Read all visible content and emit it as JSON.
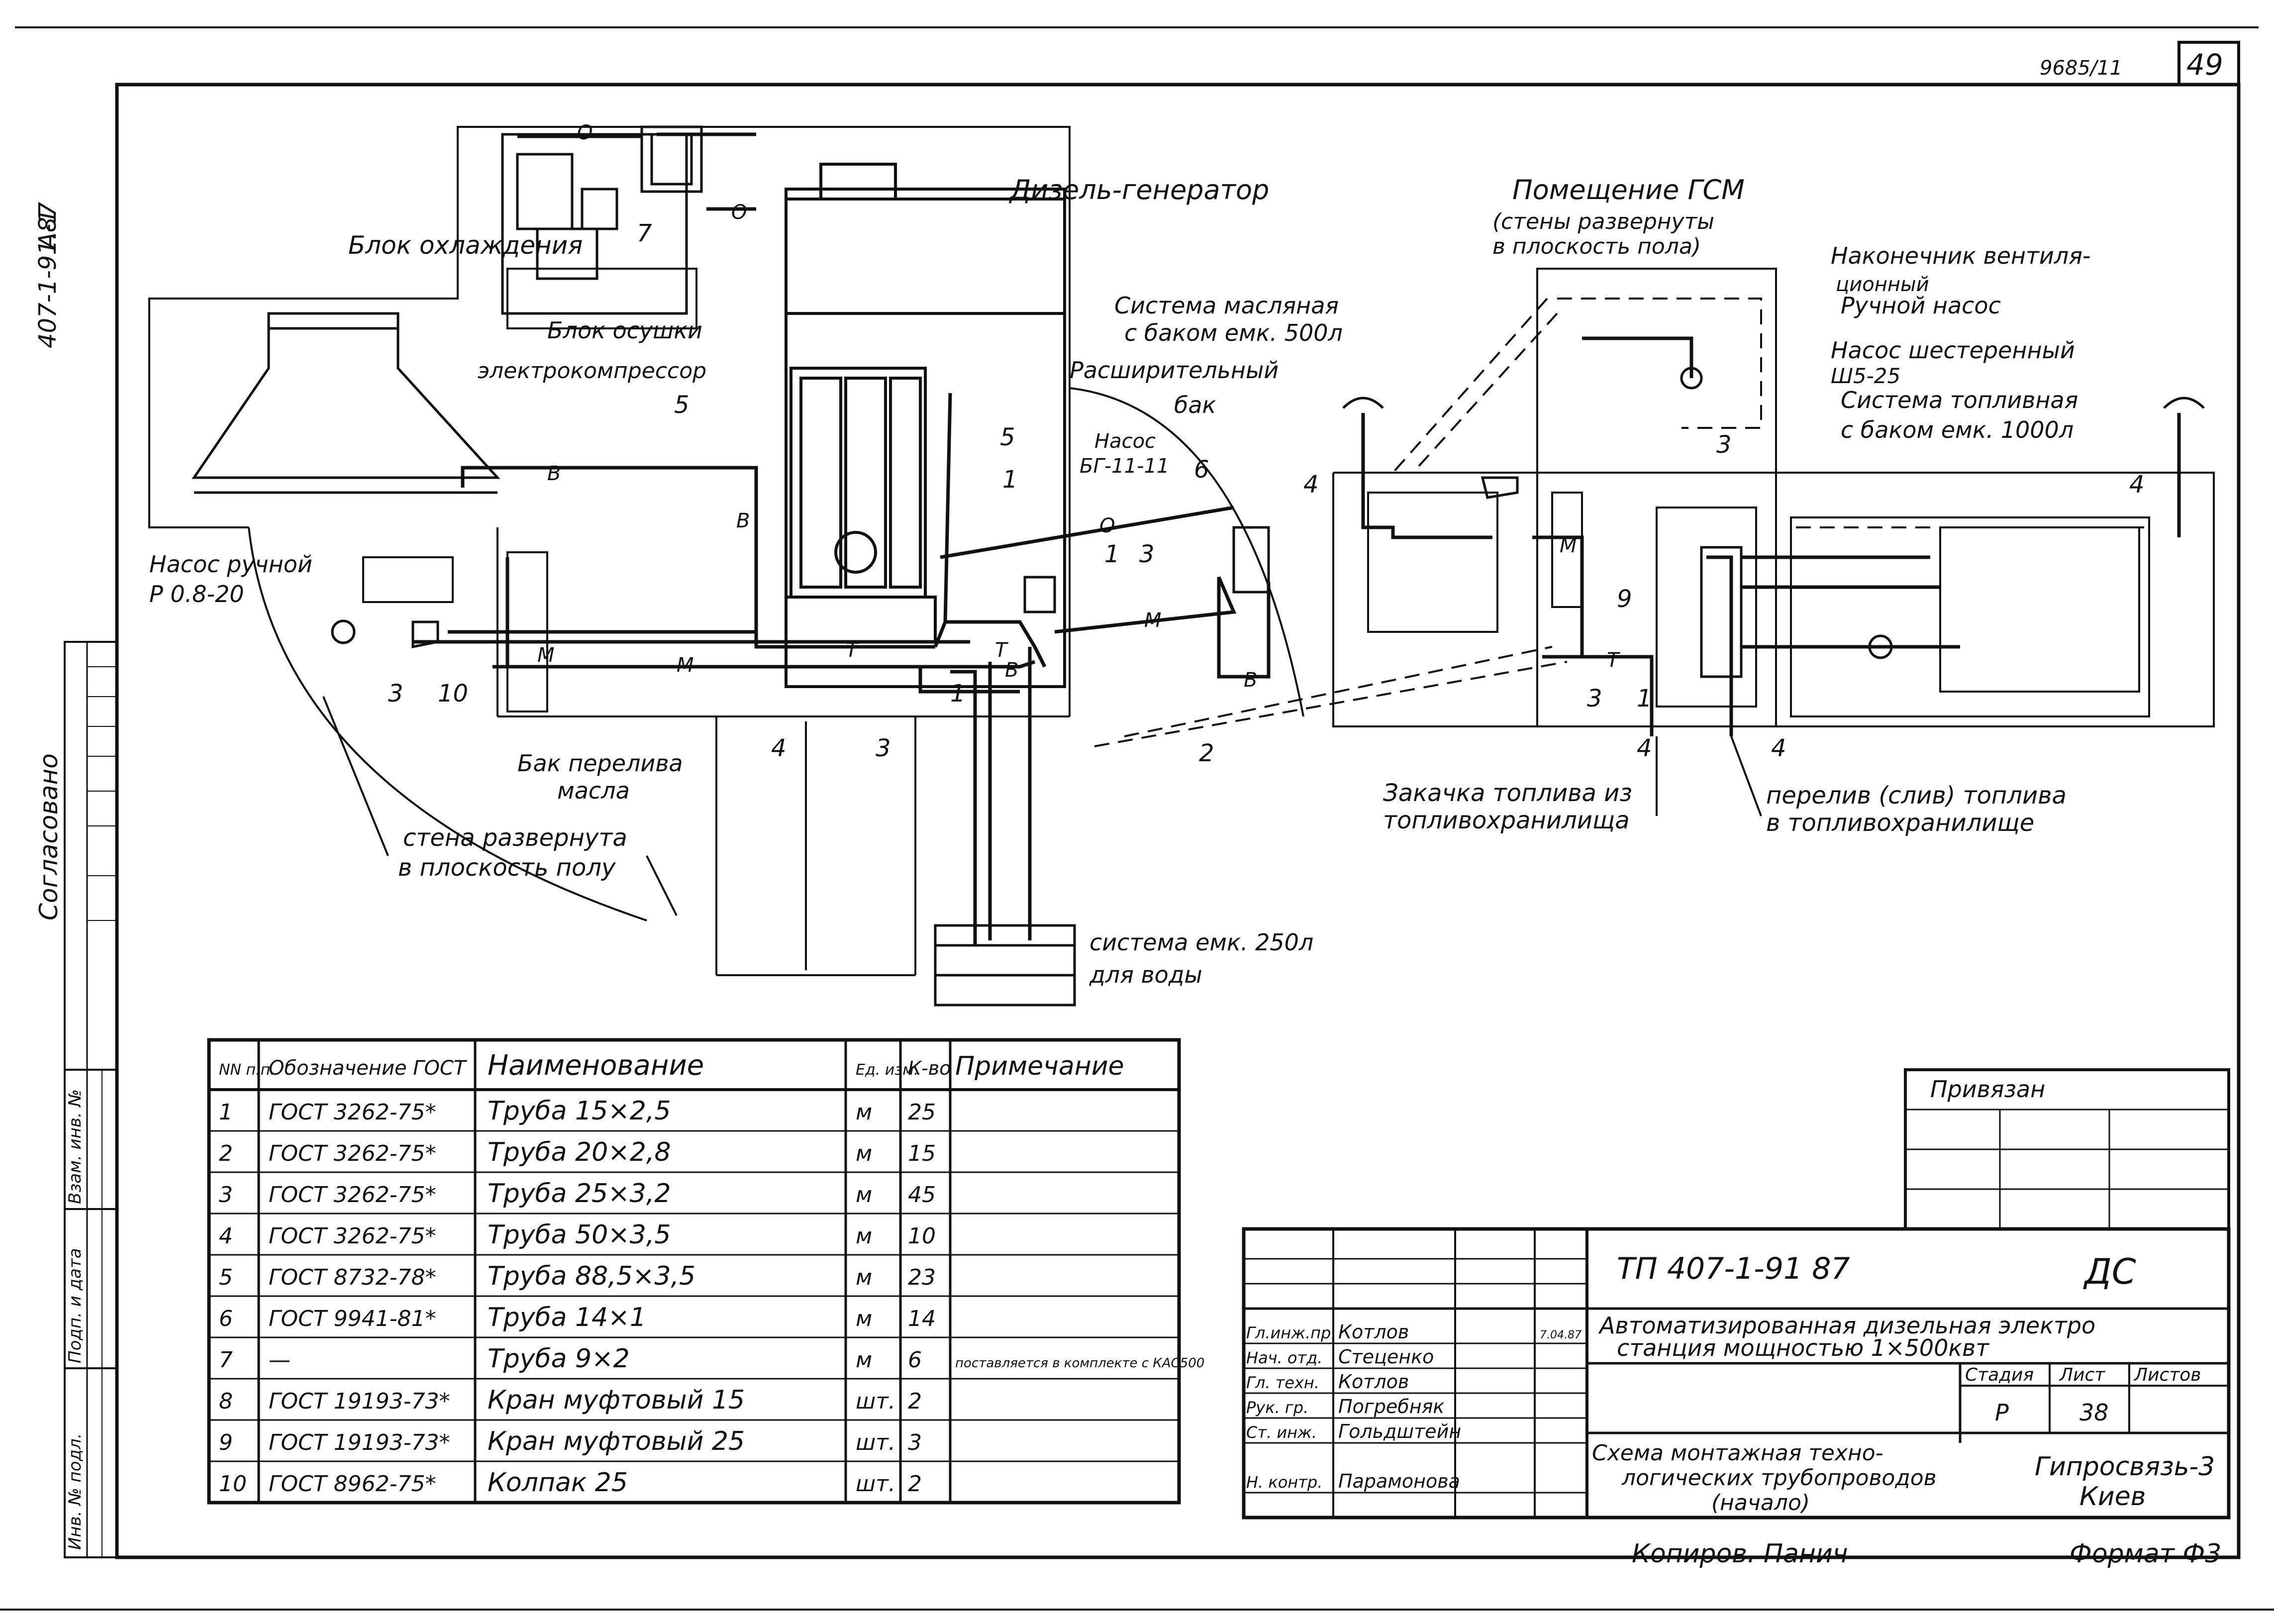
{
  "sheet": {
    "doc_code": "9685/11",
    "sheet_no": "49",
    "side_code": "407-1-91.87",
    "side_a": "A-1",
    "copied_by": "Копиров. Панич",
    "format": "Формат Ф3"
  },
  "labels": {
    "cooling_block": "Блок охлаждения",
    "drying_block": "Блок осушки",
    "electrocompressor": "электрокомпрессор",
    "diesel_generator": "Дизель-генератор",
    "oil_system": "Система масляная",
    "oil_system_tank": "с баком емк. 500л",
    "expansion_tank_1": "Расширительный",
    "expansion_tank_2": "бак",
    "pump_bg": "Насос",
    "pump_bg_model": "БГ-11-11",
    "hand_pump": "Насос ручной",
    "hand_pump_model": "Р 0.8-20",
    "oil_overflow_tank_1": "Бак перелива",
    "oil_overflow_tank_2": "масла",
    "wall_unfolded_1": "стена развернута",
    "wall_unfolded_2": "в плоскость полу",
    "water_system_1": "система емк. 250л",
    "water_system_2": "для воды",
    "gsm_room": "Помещение ГСМ",
    "gsm_walls_1": "(стены развернуты",
    "gsm_walls_2": "в плоскость пола)",
    "vent_tip_1": "Наконечник вентиля-",
    "vent_tip_2": "ционный",
    "manual_pump": "Ручной насос",
    "gear_pump": "Насос шестеренный",
    "gear_pump_model": "Ш5-25",
    "fuel_system": "Система топливная",
    "fuel_system_tank": "с баком емк. 1000л",
    "fuel_intake_1": "Закачка топлива из",
    "fuel_intake_2": "топливохранилища",
    "fuel_overflow_1": "перелив (слив) топлива",
    "fuel_overflow_2": "в топливохранилище",
    "soglasovano": "Согласовано",
    "side_inv": "Инв. № подл.",
    "side_sign": "Подп. и дата",
    "side_replace": "Взам. инв. №"
  },
  "callouts": [
    "1",
    "2",
    "3",
    "4",
    "5",
    "6",
    "7",
    "9",
    "10"
  ],
  "line_marks": [
    "О",
    "В",
    "М",
    "Т"
  ],
  "spec_table": {
    "headers": [
      "NN п.п.",
      "Обозначение ГОСТ",
      "Наименование",
      "Ед. изм.",
      "К-во",
      "Примечание"
    ],
    "rows": [
      [
        "1",
        "ГОСТ 3262-75*",
        "Труба 15×2,5",
        "м",
        "25",
        ""
      ],
      [
        "2",
        "ГОСТ 3262-75*",
        "Труба 20×2,8",
        "м",
        "15",
        ""
      ],
      [
        "3",
        "ГОСТ 3262-75*",
        "Труба 25×3,2",
        "м",
        "45",
        ""
      ],
      [
        "4",
        "ГОСТ 3262-75*",
        "Труба 50×3,5",
        "м",
        "10",
        ""
      ],
      [
        "5",
        "ГОСТ 8732-78*",
        "Труба 88,5×3,5",
        "м",
        "23",
        ""
      ],
      [
        "6",
        "ГОСТ 9941-81*",
        "Труба 14×1",
        "м",
        "14",
        ""
      ],
      [
        "7",
        "—",
        "Труба 9×2",
        "м",
        "6",
        "поставляется в комплекте с КАС500"
      ],
      [
        "8",
        "ГОСТ 19193-73*",
        "Кран муфтовый 15",
        "шт.",
        "2",
        ""
      ],
      [
        "9",
        "ГОСТ 19193-73*",
        "Кран муфтовый 25",
        "шт.",
        "3",
        ""
      ],
      [
        "10",
        "ГОСТ 8962-75*",
        "Колпак 25",
        "шт.",
        "2",
        ""
      ]
    ]
  },
  "privyazan": "Привязан",
  "title_block": {
    "project": "ТП 407-1-91 87",
    "mark": "ДС",
    "object_1": "Автоматизированная дизельная электро",
    "object_2": "станция мощностью 1×500квт",
    "drawing_1": "Схема монтажная техно-",
    "drawing_2": "логических трубопроводов",
    "drawing_3": "(начало)",
    "stage_h": "Стадия",
    "sheet_h": "Лист",
    "sheets_h": "Листов",
    "stage": "Р",
    "sheet": "38",
    "org_1": "Гипросвязь-3",
    "org_2": "Киев",
    "date": "7.04.87",
    "signers": [
      [
        "Гл.инж.пр.",
        "Котлов"
      ],
      [
        "Нач. отд.",
        "Стеценко"
      ],
      [
        "Гл. техн.",
        "Котлов"
      ],
      [
        "Рук. гр.",
        "Погребняк"
      ],
      [
        "Ст. инж.",
        "Гольдштейн"
      ],
      [
        "Н. контр.",
        "Парамонова"
      ]
    ]
  }
}
